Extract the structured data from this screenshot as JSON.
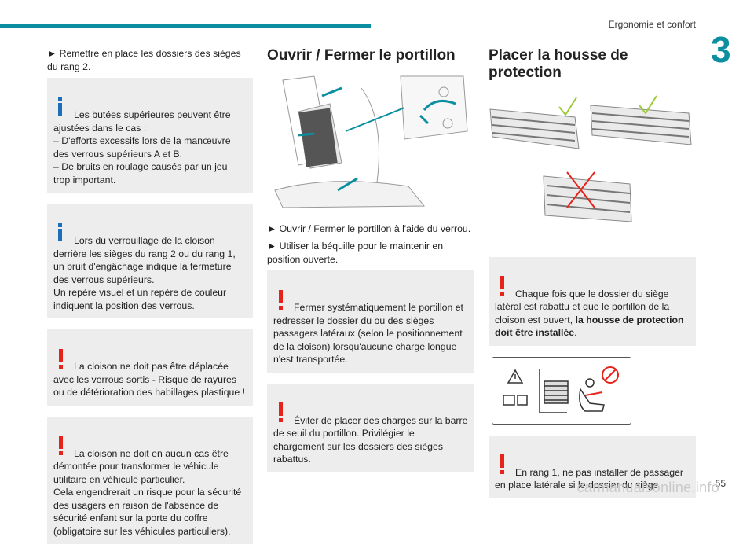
{
  "header": {
    "section_title": "Ergonomie et confort",
    "chapter_number": "3",
    "page_number": "55",
    "accent_color": "#0b8ea0"
  },
  "col1": {
    "intro": "► Remettre en place les dossiers des sièges du rang 2.",
    "boxes": [
      {
        "type": "info",
        "text": "Les butées supérieures peuvent être ajustées dans le cas :\n– D'efforts excessifs lors de la manœuvre des verrous supérieurs A et B.\n– De bruits en roulage causés par un jeu trop important."
      },
      {
        "type": "info",
        "text": "Lors du verrouillage de la cloison derrière les sièges du rang 2 ou du rang 1, un bruit d'engâchage indique la fermeture des verrous supérieurs.\nUn repère visuel et un repère de couleur indiquent la position des verrous."
      },
      {
        "type": "warning",
        "text": "La cloison ne doit pas être déplacée avec les verrous sortis - Risque de rayures ou de détérioration des habillages plastique !"
      },
      {
        "type": "warning",
        "text": "La cloison ne doit en aucun cas être démontée pour transformer le véhicule utilitaire en véhicule particulier.\nCela engendrerait un risque pour la sécurité des usagers en raison de l'absence de sécurité enfant sur la porte du coffre (obligatoire sur les véhicules particuliers)."
      }
    ]
  },
  "col2": {
    "title": "Ouvrir / Fermer le portillon",
    "steps": [
      "► Ouvrir / Fermer le portillon à l'aide du verrou.",
      "► Utiliser la béquille pour le maintenir en position ouverte."
    ],
    "boxes": [
      {
        "type": "warning",
        "text": "Fermer systématiquement le portillon et redresser le dossier du ou des sièges passagers latéraux (selon le positionnement de la cloison) lorsqu'aucune charge longue n'est transportée."
      },
      {
        "type": "warning",
        "text": "Éviter de placer des charges sur la barre de seuil du portillon. Privilégier le chargement sur les dossiers des sièges rabattus."
      }
    ]
  },
  "col3": {
    "title": "Placer la housse de protection",
    "box1_pre": "Chaque fois que le dossier du siège latéral est rabattu et que le portillon de la cloison est ouvert, ",
    "box1_bold": "la housse de protection doit être installée",
    "box1_post": ".",
    "box2": "En rang 1, ne pas installer de passager en place latérale si le dossier du siège"
  },
  "watermark": "carmanualsonline.info"
}
